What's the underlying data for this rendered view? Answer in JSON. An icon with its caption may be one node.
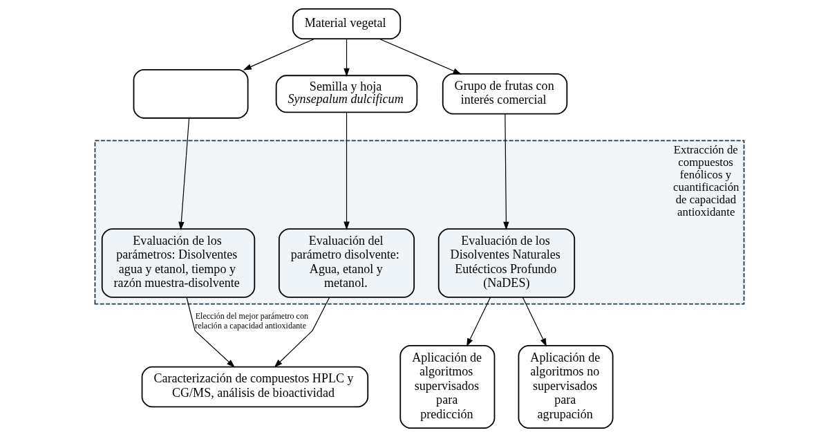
{
  "diagram": {
    "nodes": [
      {
        "text": [
          "Material vegetal"
        ]
      },
      {
        "text": [],
        "shape": "box"
      },
      {
        "text": [
          "Semilla y hoja *Synsepalum dulcificum*"
        ]
      },
      {
        "text": [
          "Grupo de frutas con interés comercial"
        ]
      },
      {
        "text": [
          "Extracción de compuestos fenólicos y cuantificación de capacidad antioxidante"
        ]
      },
      {
        "text": [
          "Evaluación de los parámetros: Disolventes agua y etanol, tiempo y razón muestra-disolvente"
        ],
        "in": 4
      },
      {
        "text": [
          "Evaluación del parámetro disolvente: Agua, etanol y metanol."
        ],
        "in": 4
      },
      {
        "text": [
          "Evaluación de los Disolventes Naturales Eutécticos Profundo (NaDES)"
        ],
        "in": 4
      },
      {
        "text": [
          "Caracterización de compuestos HPLC y CG/MS, análisis de bioactividad"
        ]
      },
      {
        "text": [
          "Aplicación de algoritmos supervisados para predicción"
        ]
      },
      {
        "text": [
          "Aplicación de algoritmos no supervisados para agrupación"
        ]
      }
    ],
    "edges": [
      {
        "from": 0,
        "to": 1,
        "arrow": "to"
      },
      {
        "from": 0,
        "to": 2,
        "arrow": "to"
      },
      {
        "from": 0,
        "to": 3,
        "arrow": "to"
      },
      {
        "from": 1,
        "to": 5,
        "arrow": "to"
      },
      {
        "from": 2,
        "to": 6,
        "arrow": "to"
      },
      {
        "from": 3,
        "to": 7,
        "arrow": "to"
      },
      {
        "from": 5,
        "to": 8,
        "arrow": "to",
        "label": "Elección del mejor parámetro con relación a capacidad antioxidante"
      },
      {
        "from": 6,
        "to": 8,
        "arrow": "to"
      },
      {
        "from": 7,
        "to": 9,
        "arrow": "to"
      },
      {
        "from": 7,
        "to": 10,
        "arrow": "to"
      }
    ]
  }
}
